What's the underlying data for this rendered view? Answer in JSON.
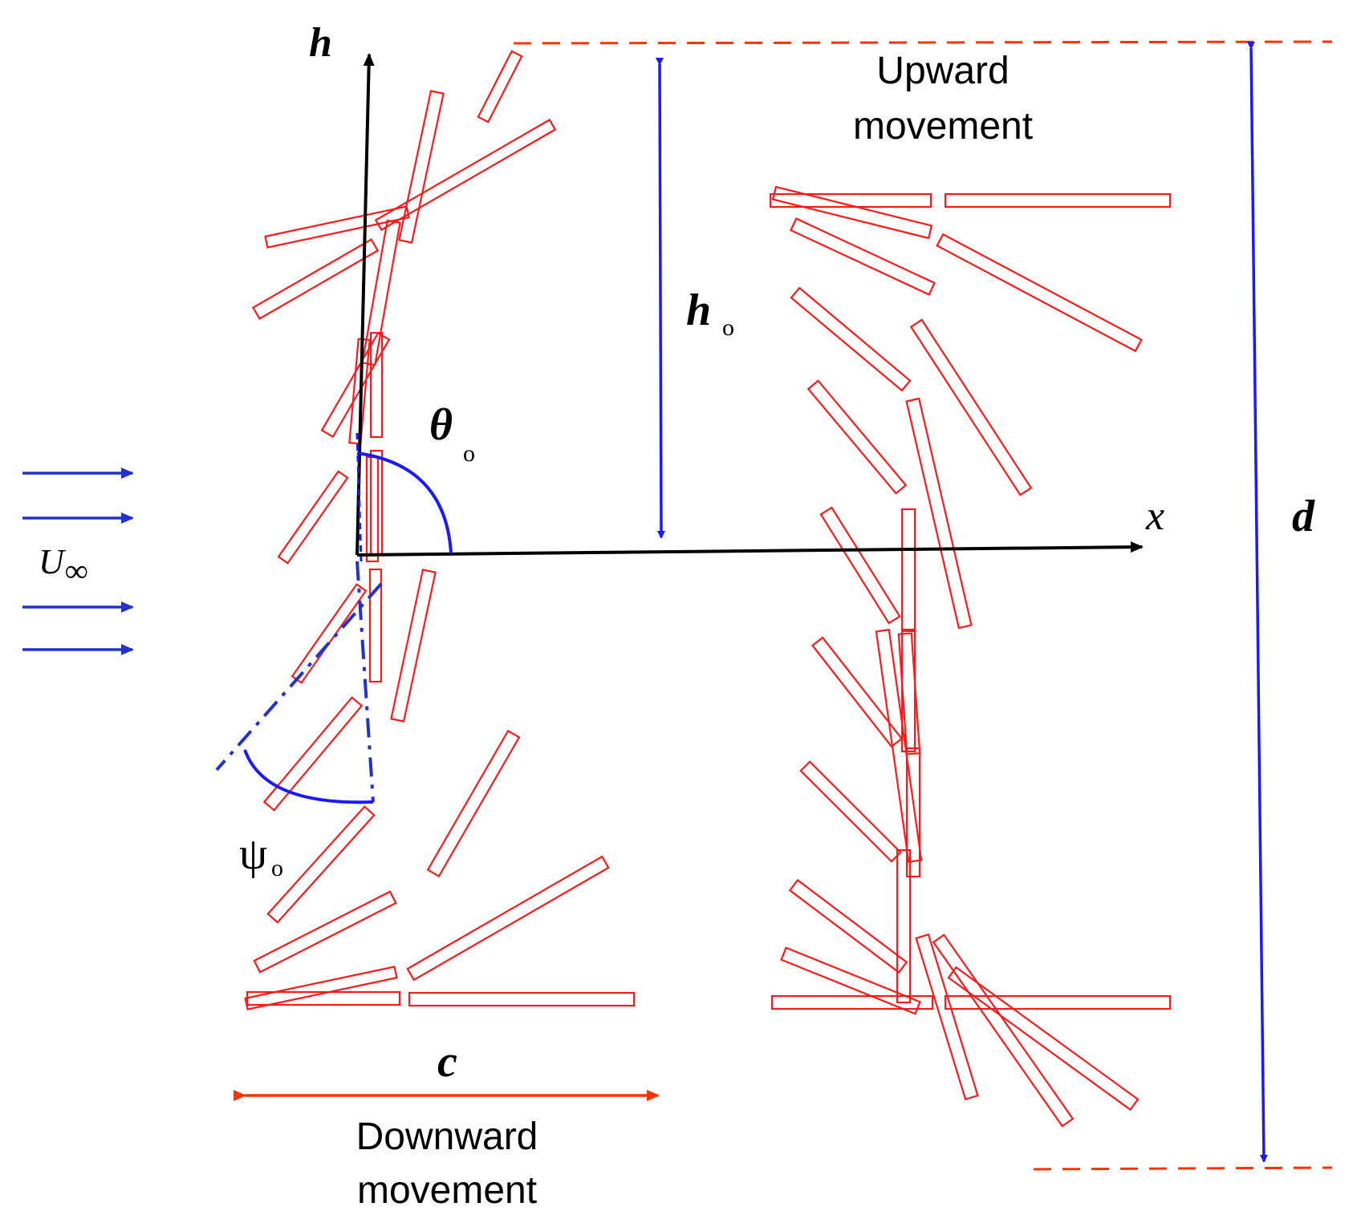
{
  "colors": {
    "plate": "#ff1a1a",
    "dim": "#1a1aff",
    "axis": "#000000",
    "flow": "#2233cc",
    "dash": "#ff3300"
  },
  "labels": {
    "h_axis": "h",
    "x_axis": "x",
    "h0_main": "h",
    "h0_sub": "o",
    "theta_main": "θ",
    "theta_sub": "o",
    "psi_main": "ψ",
    "psi_sub": "o",
    "d": "d",
    "c": "c",
    "u_main": "U",
    "u_sub": "∞",
    "upward_line1": "Upward",
    "upward_line2": "movement",
    "downward_line1": "Downward",
    "downward_line2": "movement"
  }
}
